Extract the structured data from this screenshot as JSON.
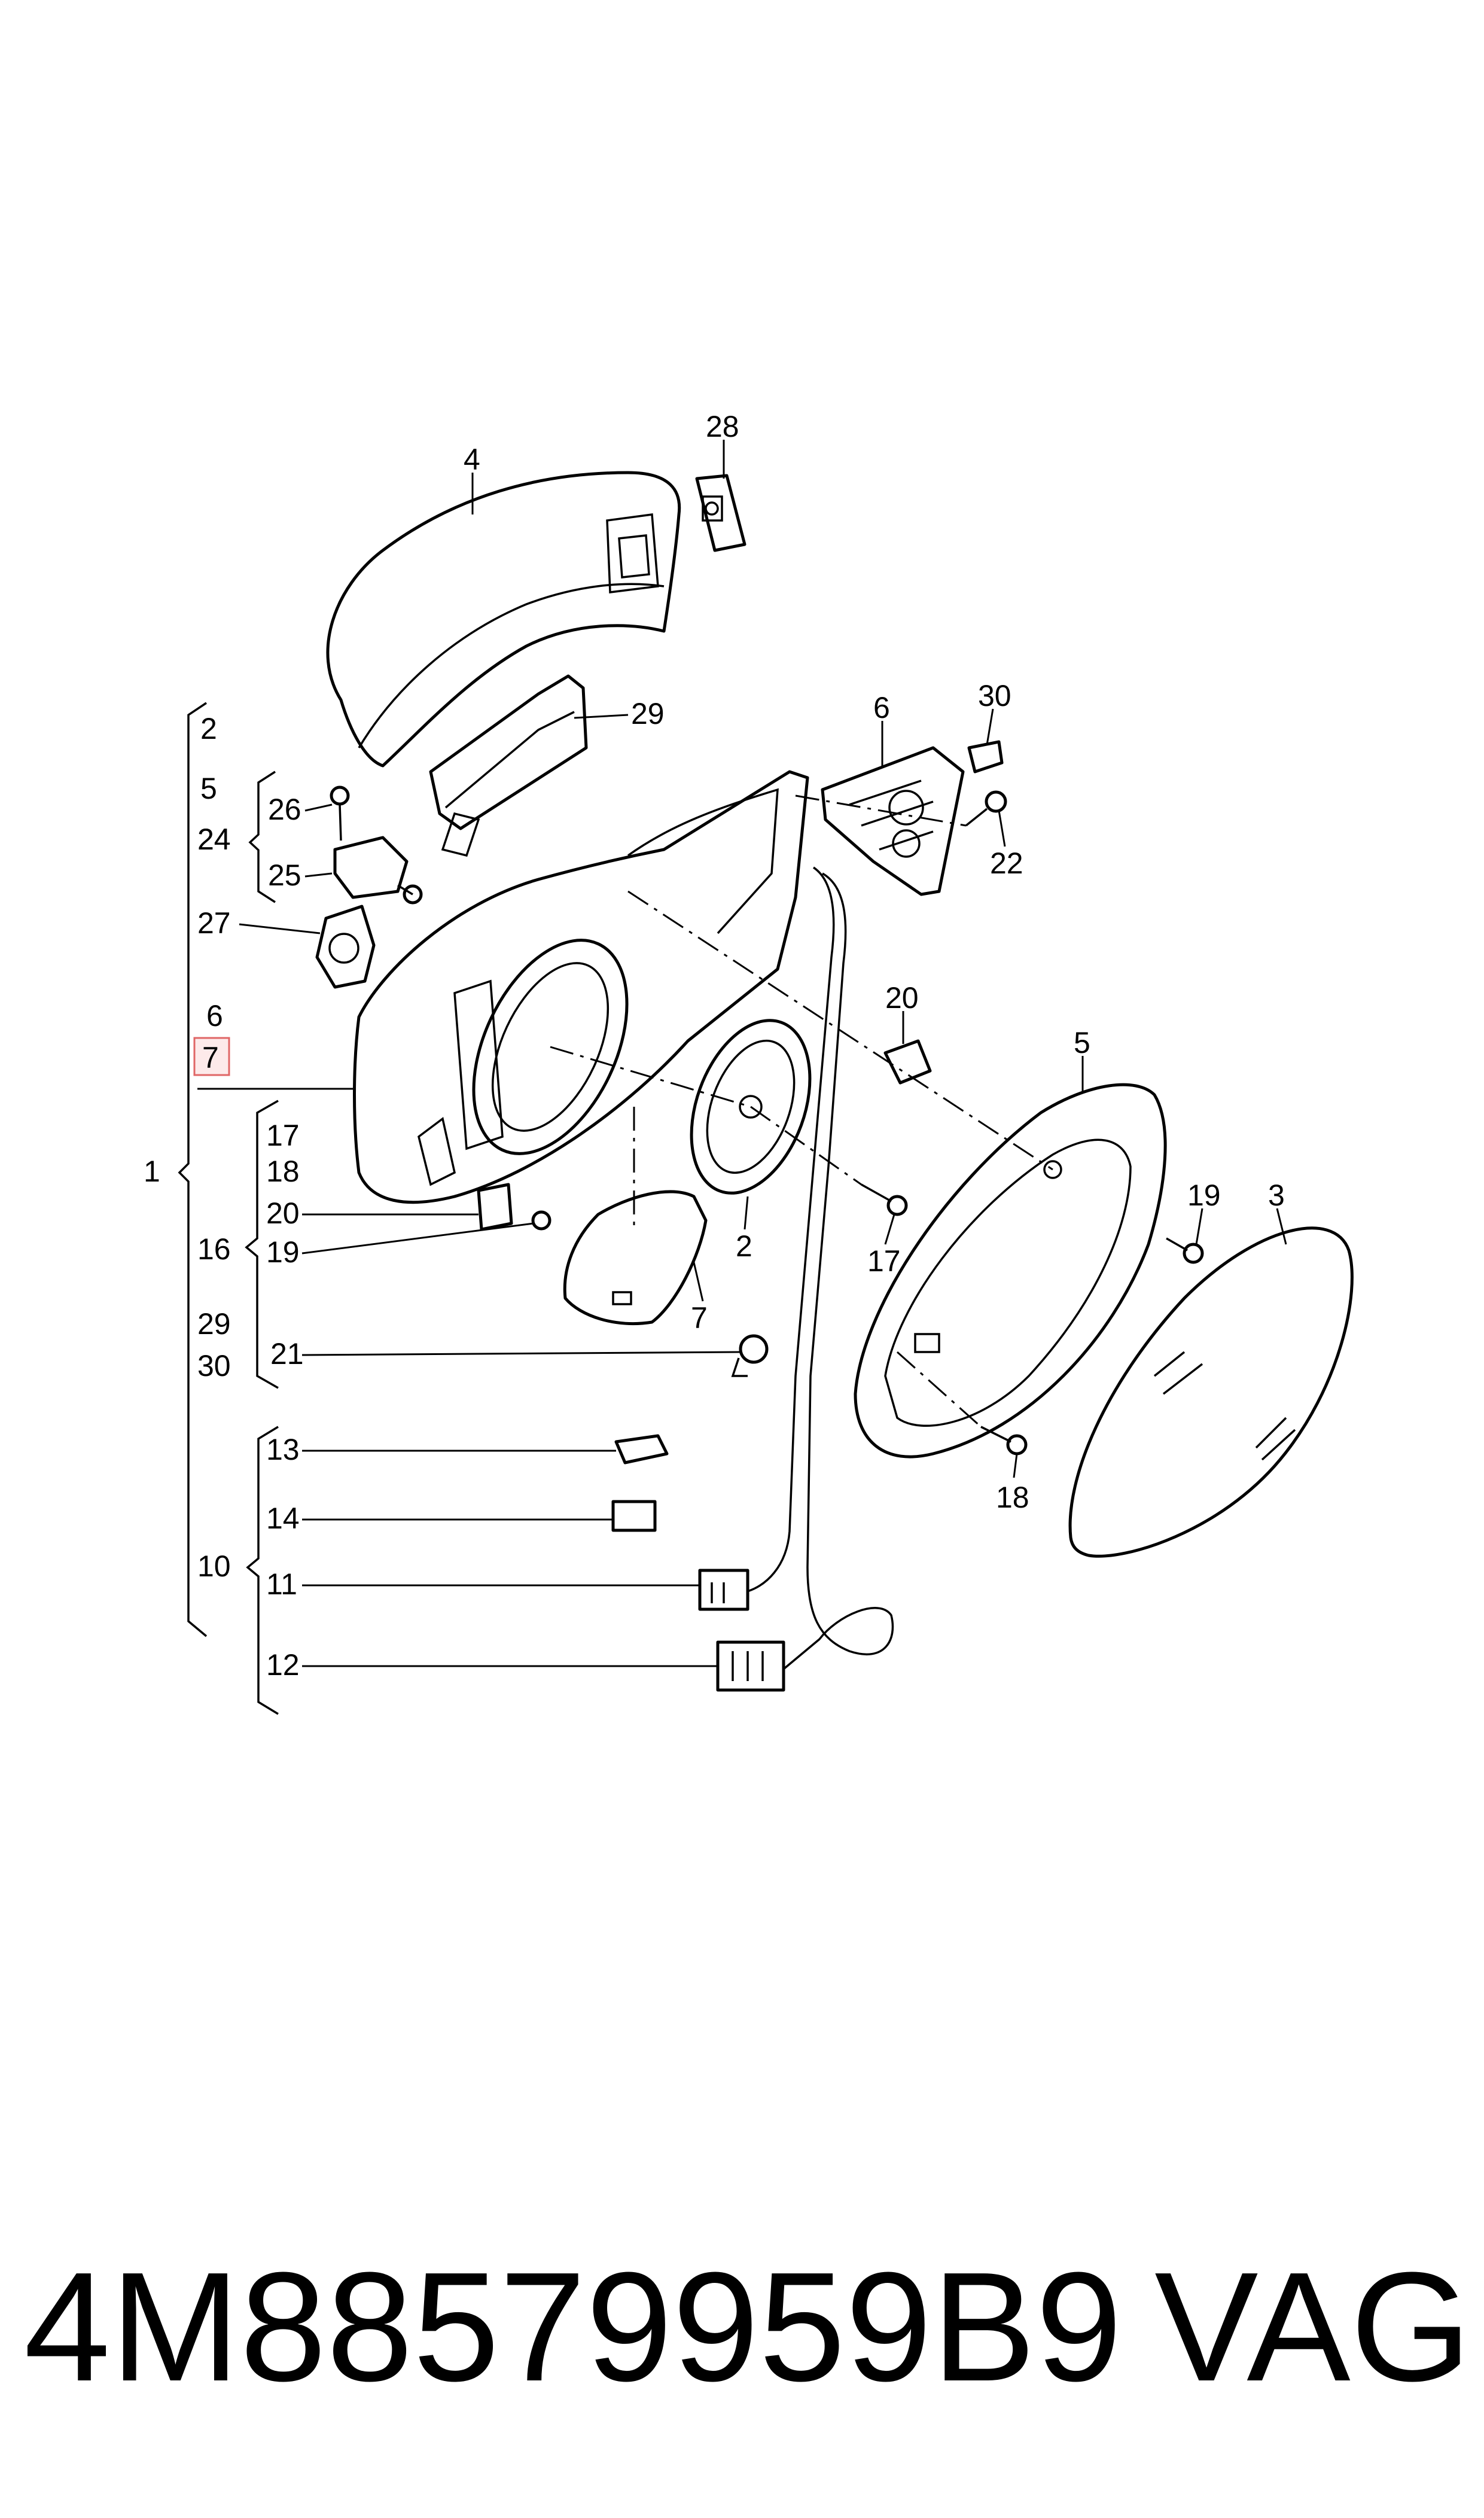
{
  "callouts": {
    "c28": "28",
    "c4": "4",
    "c29": "29",
    "c6": "6",
    "c30": "30",
    "c22": "22",
    "c26": "26",
    "c24": "24",
    "c25": "25",
    "c27": "27",
    "c20a": "20",
    "c5": "5",
    "c2": "2",
    "c17": "17",
    "c19": "19",
    "c3": "3",
    "c7": "7",
    "c18": "18",
    "c21": "21"
  },
  "tree": {
    "l2": "2",
    "l5": "5",
    "l24": "24",
    "l6": "6",
    "l7": "7",
    "l1": "1",
    "l17": "17",
    "l18": "18",
    "l20": "20",
    "l16": "16",
    "l19": "19",
    "l29": "29",
    "l30": "30",
    "l13": "13",
    "l14": "14",
    "l10": "10",
    "l11": "11",
    "l12": "12"
  },
  "highlight_color": "#e06666",
  "footer": {
    "part_number": "4M88579959B9",
    "brand": "VAG"
  }
}
